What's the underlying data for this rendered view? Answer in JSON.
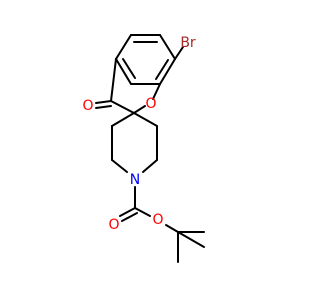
{
  "atoms": {
    "bromine": "Br",
    "ketone_oxygen": "O",
    "ring_oxygen": "O",
    "nitrogen": "N",
    "carbamate_carbonyl_oxygen": "O",
    "ester_oxygen": "O"
  },
  "colors": {
    "bromine": "#a52a2a",
    "oxygen": "#ff0000",
    "nitrogen": "#0000ff",
    "bond": "#000000"
  }
}
